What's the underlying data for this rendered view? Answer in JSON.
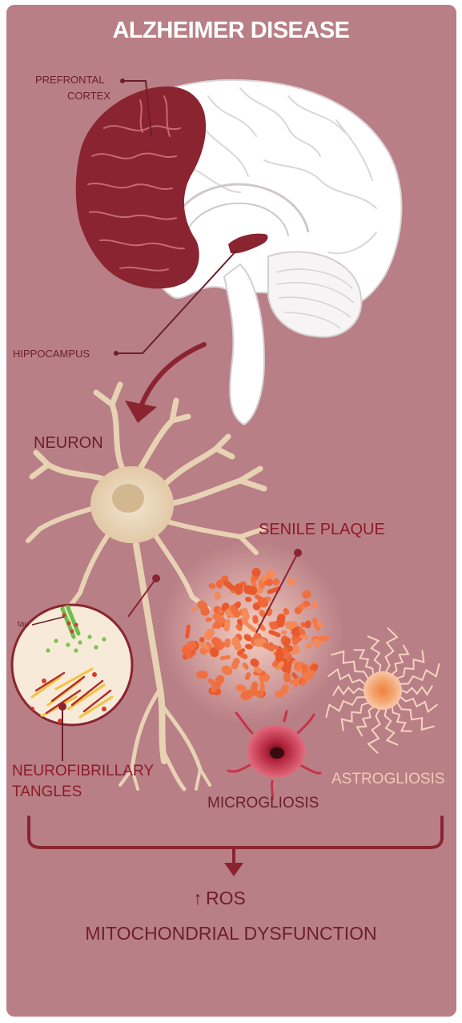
{
  "title": "ALZHEIMER DISEASE",
  "labels": {
    "prefrontal_line1": "PREFRONTAL",
    "prefrontal_line2": "CORTEX",
    "hippocampus": "HIPPOCAMPUS",
    "neuron": "NEURON",
    "senile_plaque": "SENILE PLAQUE",
    "tau": "tau",
    "neurofibrillary_line1": "NEUROFIBRILLARY",
    "neurofibrillary_line2": "TANGLES",
    "microgliosis": "MICROGLIOSIS",
    "astrogliosis": "ASTROGLIOSIS"
  },
  "outcome": {
    "ros_arrow": "↑",
    "ros": "ROS",
    "dysfunction": "MITOCHONDRIAL DYSFUNCTION"
  },
  "colors": {
    "background": "#b97f86",
    "brain_white": "#ffffff",
    "prefrontal": "#8a2430",
    "neuron": "#e8d2b4",
    "plaque": "#f07040",
    "microglia": "#c8324a",
    "astrocyte": "#f3a070",
    "text_dark": "#6b1f2b",
    "text_red": "#8e1a2a"
  }
}
